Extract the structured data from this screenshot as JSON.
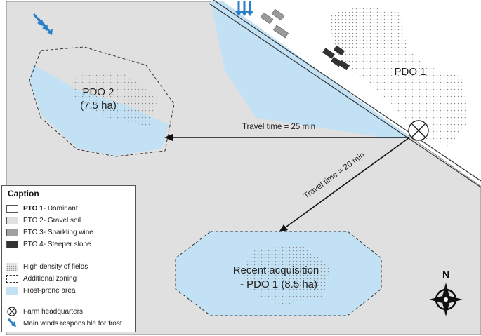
{
  "map": {
    "pdo2_label": "PDO 2",
    "pdo2_area": "(7.5 ha)",
    "pdo1_label": "PDO 1",
    "recent_label_line1": "Recent acquisition",
    "recent_label_line2": "- PDO 1 (8.5 ha)",
    "travel_west": "Travel time = 25 min",
    "travel_south": "Travel time = 20 min",
    "north_label": "N"
  },
  "caption": {
    "title": "Caption",
    "pto": [
      {
        "code": "PTO 1",
        "desc": " - Dominant",
        "color": "#ffffff"
      },
      {
        "code": "PTO 2",
        "desc": " - Gravel soil",
        "color": "#e0e0e0"
      },
      {
        "code": "PTO 3",
        "desc": " - Sparkling wine",
        "color": "#a0a0a0"
      },
      {
        "code": "PTO 4",
        "desc": " - Steeper slope",
        "color": "#333333"
      }
    ],
    "features": [
      {
        "label": "High density of fields"
      },
      {
        "label": "Additional zoning"
      },
      {
        "label": "Frost-prone area"
      }
    ],
    "symbols": [
      {
        "label": "Farm headquarters",
        "icon": "crossed-circle-icon"
      },
      {
        "label": "Main winds responsible for frost",
        "icon": "wind-arrow-icon"
      }
    ]
  },
  "colors": {
    "background_zone": "#e0e0e0",
    "frost": "#c3e1f4",
    "wind_arrow": "#2a7fc7"
  }
}
